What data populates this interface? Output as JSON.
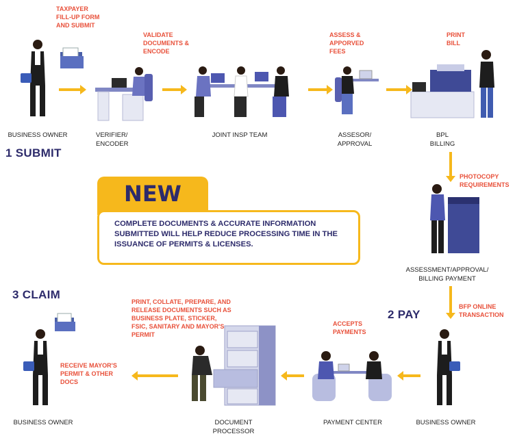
{
  "steps": {
    "step1": "1 SUBMIT",
    "step2": "2 PAY",
    "step3": "3 CLAIM"
  },
  "notes": {
    "taxpayer": "TAXPAYER FILL-UP FORM AND SUBMIT",
    "validate": "VALIDATE DOCUMENTS & ENCODE",
    "assess": "ASSESS & APPORVED FEES",
    "print": "PRINT BILL",
    "photocopy": "PHOTOCOPY REQUIREMENTS",
    "bfp": "BFP ONLINE TRANSACTION",
    "accepts": "ACCEPTS PAYMENTS",
    "release": "PRINT, COLLATE, PREPARE, AND RELEASE DOCUMENTS SUCH AS BUSINESS PLATE, STICKER, FSIC, SANITARY AND MAYOR'S PERMIT",
    "receive": "RECEIVE MAYOR'S PERMIT & OTHER DOCS"
  },
  "roles": {
    "business_owner_1": "BUSINESS OWNER",
    "verifier": "VERIFIER/ ENCODER",
    "joint": "JOINT INSP TEAM",
    "assesor": "ASSESOR/ APPROVAL",
    "bpl": "BPL BILLING",
    "assessment": "ASSESSMENT/APPROVAL/ BILLING PAYMENT",
    "business_owner_2": "BUSINESS OWNER",
    "payment_center": "PAYMENT CENTER",
    "document_processor": "DOCUMENT PROCESSOR",
    "business_owner_3": "BUSINESS OWNER"
  },
  "callout": {
    "badge": "NEW",
    "text": "COMPLETE DOCUMENTS & ACCURATE INFORMATION SUBMITTED WILL HELP REDUCE PROCESSING TIME IN THE ISSUANCE OF PERMITS & LICENSES."
  },
  "colors": {
    "accent": "#f6b81c",
    "note_red": "#e8503a",
    "navy": "#2d2b6b",
    "furniture": "#6f74b6"
  }
}
